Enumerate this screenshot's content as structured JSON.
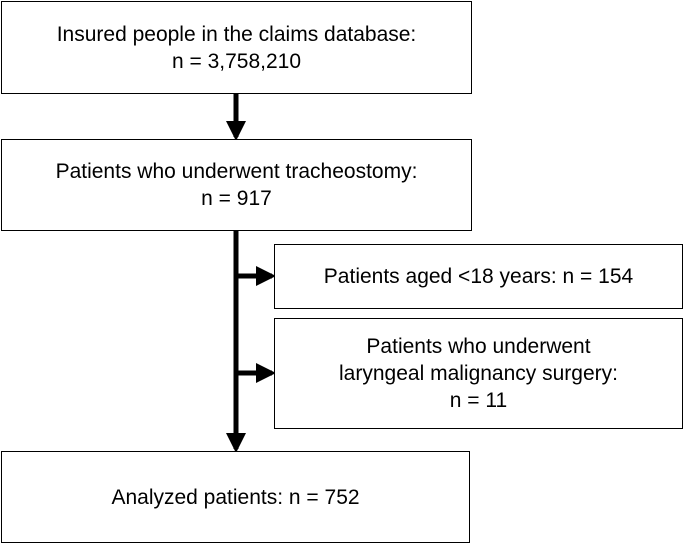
{
  "flowchart": {
    "steps": [
      {
        "line1": "Insured people in the claims database:",
        "line2": "n = 3,758,210"
      },
      {
        "line1": "Patients who underwent tracheostomy:",
        "line2": "n = 917"
      },
      {
        "line1": "Analyzed patients: n = 752"
      }
    ],
    "exclusions": [
      {
        "line1": "Patients aged <18 years: n = 154"
      },
      {
        "line1": "Patients who underwent",
        "line2": "laryngeal malignancy surgery:",
        "line3": "n = 11"
      }
    ]
  },
  "colors": {
    "stroke": "#000000",
    "background": "#ffffff"
  }
}
